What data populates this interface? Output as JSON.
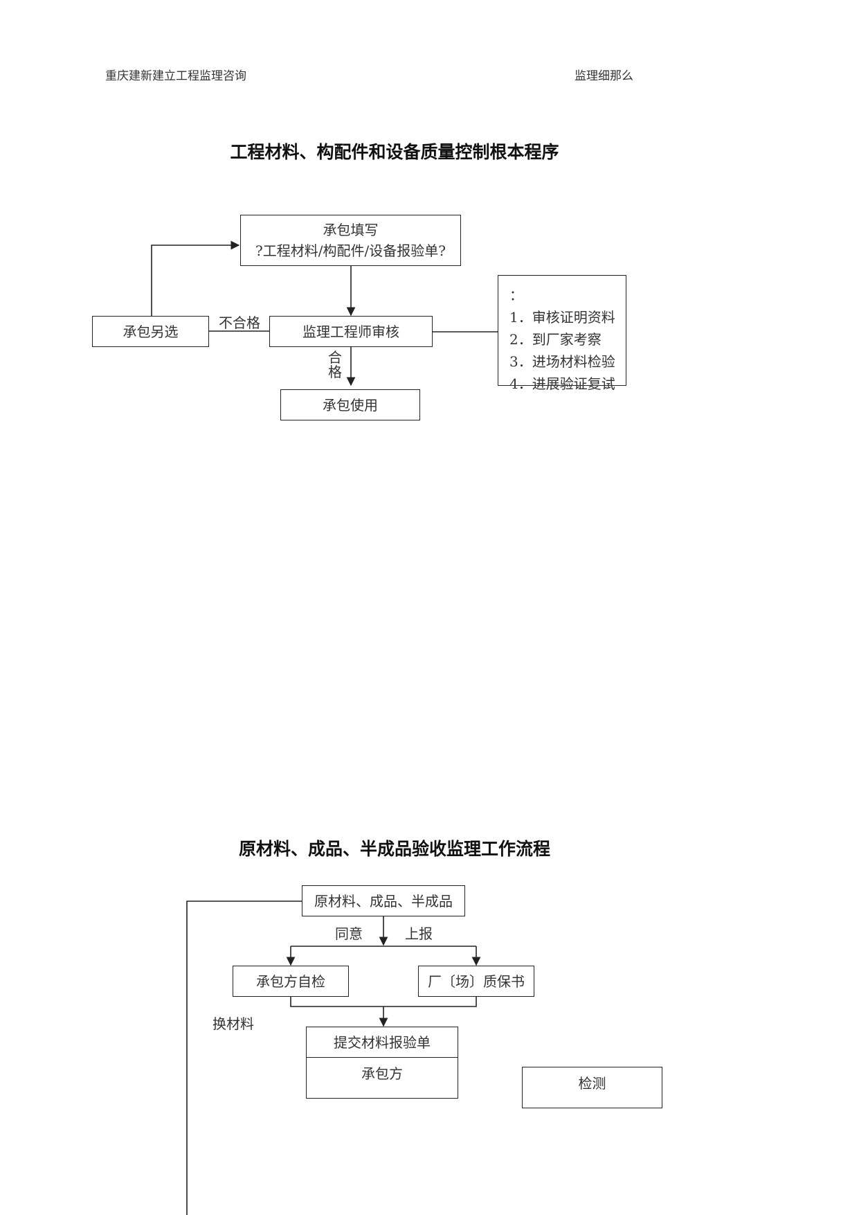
{
  "header": {
    "left": "重庆建新建立工程监理咨询",
    "right": "监理细那么"
  },
  "flow1": {
    "title": "工程材料、构配件和设备质量控制根本程序",
    "fill_line1": "承包填写",
    "fill_line2": "?工程材料/构配件/设备报验单?",
    "reselect": "承包另选",
    "review": "监理工程师审核",
    "use": "承包使用",
    "unqualified": "不合格",
    "qualified": "合格",
    "notes_colon": "：",
    "notes": [
      "1．审核证明资料",
      "2．到厂家考察",
      "3．进场材料检验",
      "4．进展验证复试"
    ]
  },
  "flow2": {
    "title": "原材料、成品、半成品验收监理工作流程",
    "materials": "原材料、成品、半成品",
    "agree": "同意",
    "report": "上报",
    "self_check": "承包方自检",
    "certificate": "厂〔场〕质保书",
    "replace": "换材料",
    "submit": "提交材料报验单",
    "contractor": "承包方",
    "test": "检测"
  }
}
